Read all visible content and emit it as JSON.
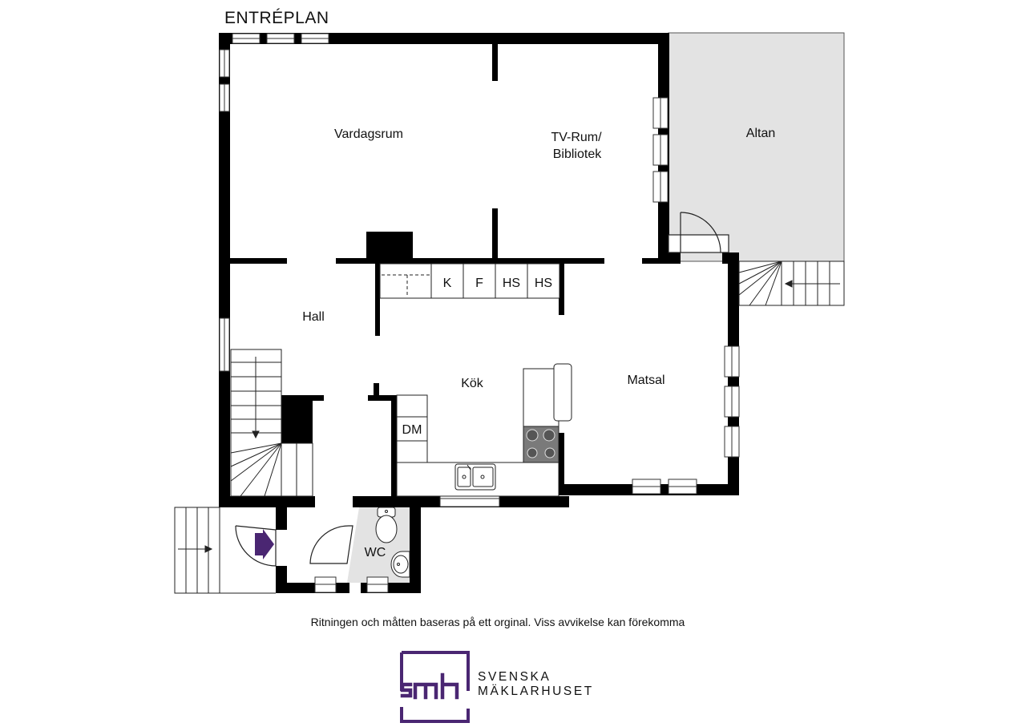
{
  "plan": {
    "title": "ENTRÉPLAN",
    "rooms": {
      "vardagsrum": "Vardagsrum",
      "tvrum_line1": "TV-Rum/",
      "tvrum_line2": "Bibliotek",
      "altan": "Altan",
      "hall": "Hall",
      "kok": "Kök",
      "matsal": "Matsal",
      "wc": "WC"
    },
    "fixtures": {
      "k": "K",
      "f": "F",
      "hs1": "HS",
      "hs2": "HS",
      "dm": "DM"
    },
    "disclaimer": "Ritningen och måtten baseras på ett orginal. Viss avvikelse kan förekomma"
  },
  "logo": {
    "mark": "smh",
    "line1": "SVENSKA",
    "line2": "MÄKLARHUSET",
    "color": "#4a2672"
  },
  "colors": {
    "wall": "#000000",
    "altan_fill": "#e3e3e3",
    "wc_fill": "#e3e3e3",
    "entry_arrow": "#4a2672"
  }
}
